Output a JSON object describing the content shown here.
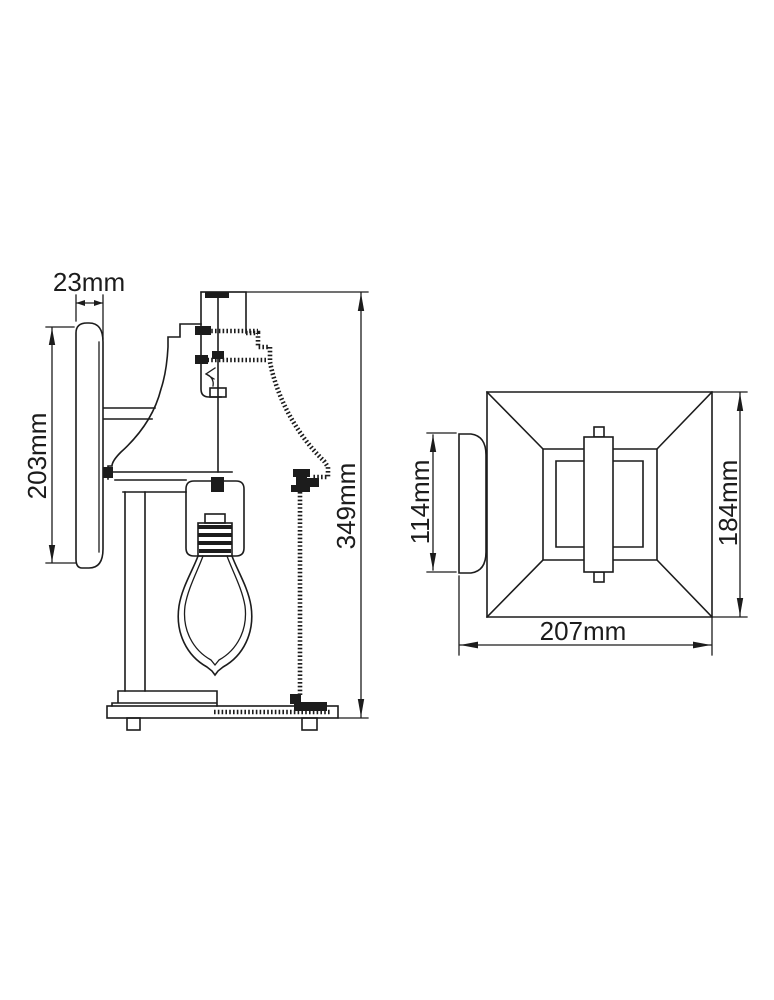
{
  "drawing": {
    "type": "technical-dimension-drawing",
    "subject": "wall lantern light fixture, side section view and top plan view",
    "colors": {
      "line": "#1c1c1c",
      "background": "#ffffff"
    },
    "dims": {
      "backplate_depth": "23mm",
      "backplate_height": "203mm",
      "overall_height": "349mm",
      "backplate_width": "114mm",
      "body_height": "184mm",
      "overall_width": "207mm"
    }
  }
}
